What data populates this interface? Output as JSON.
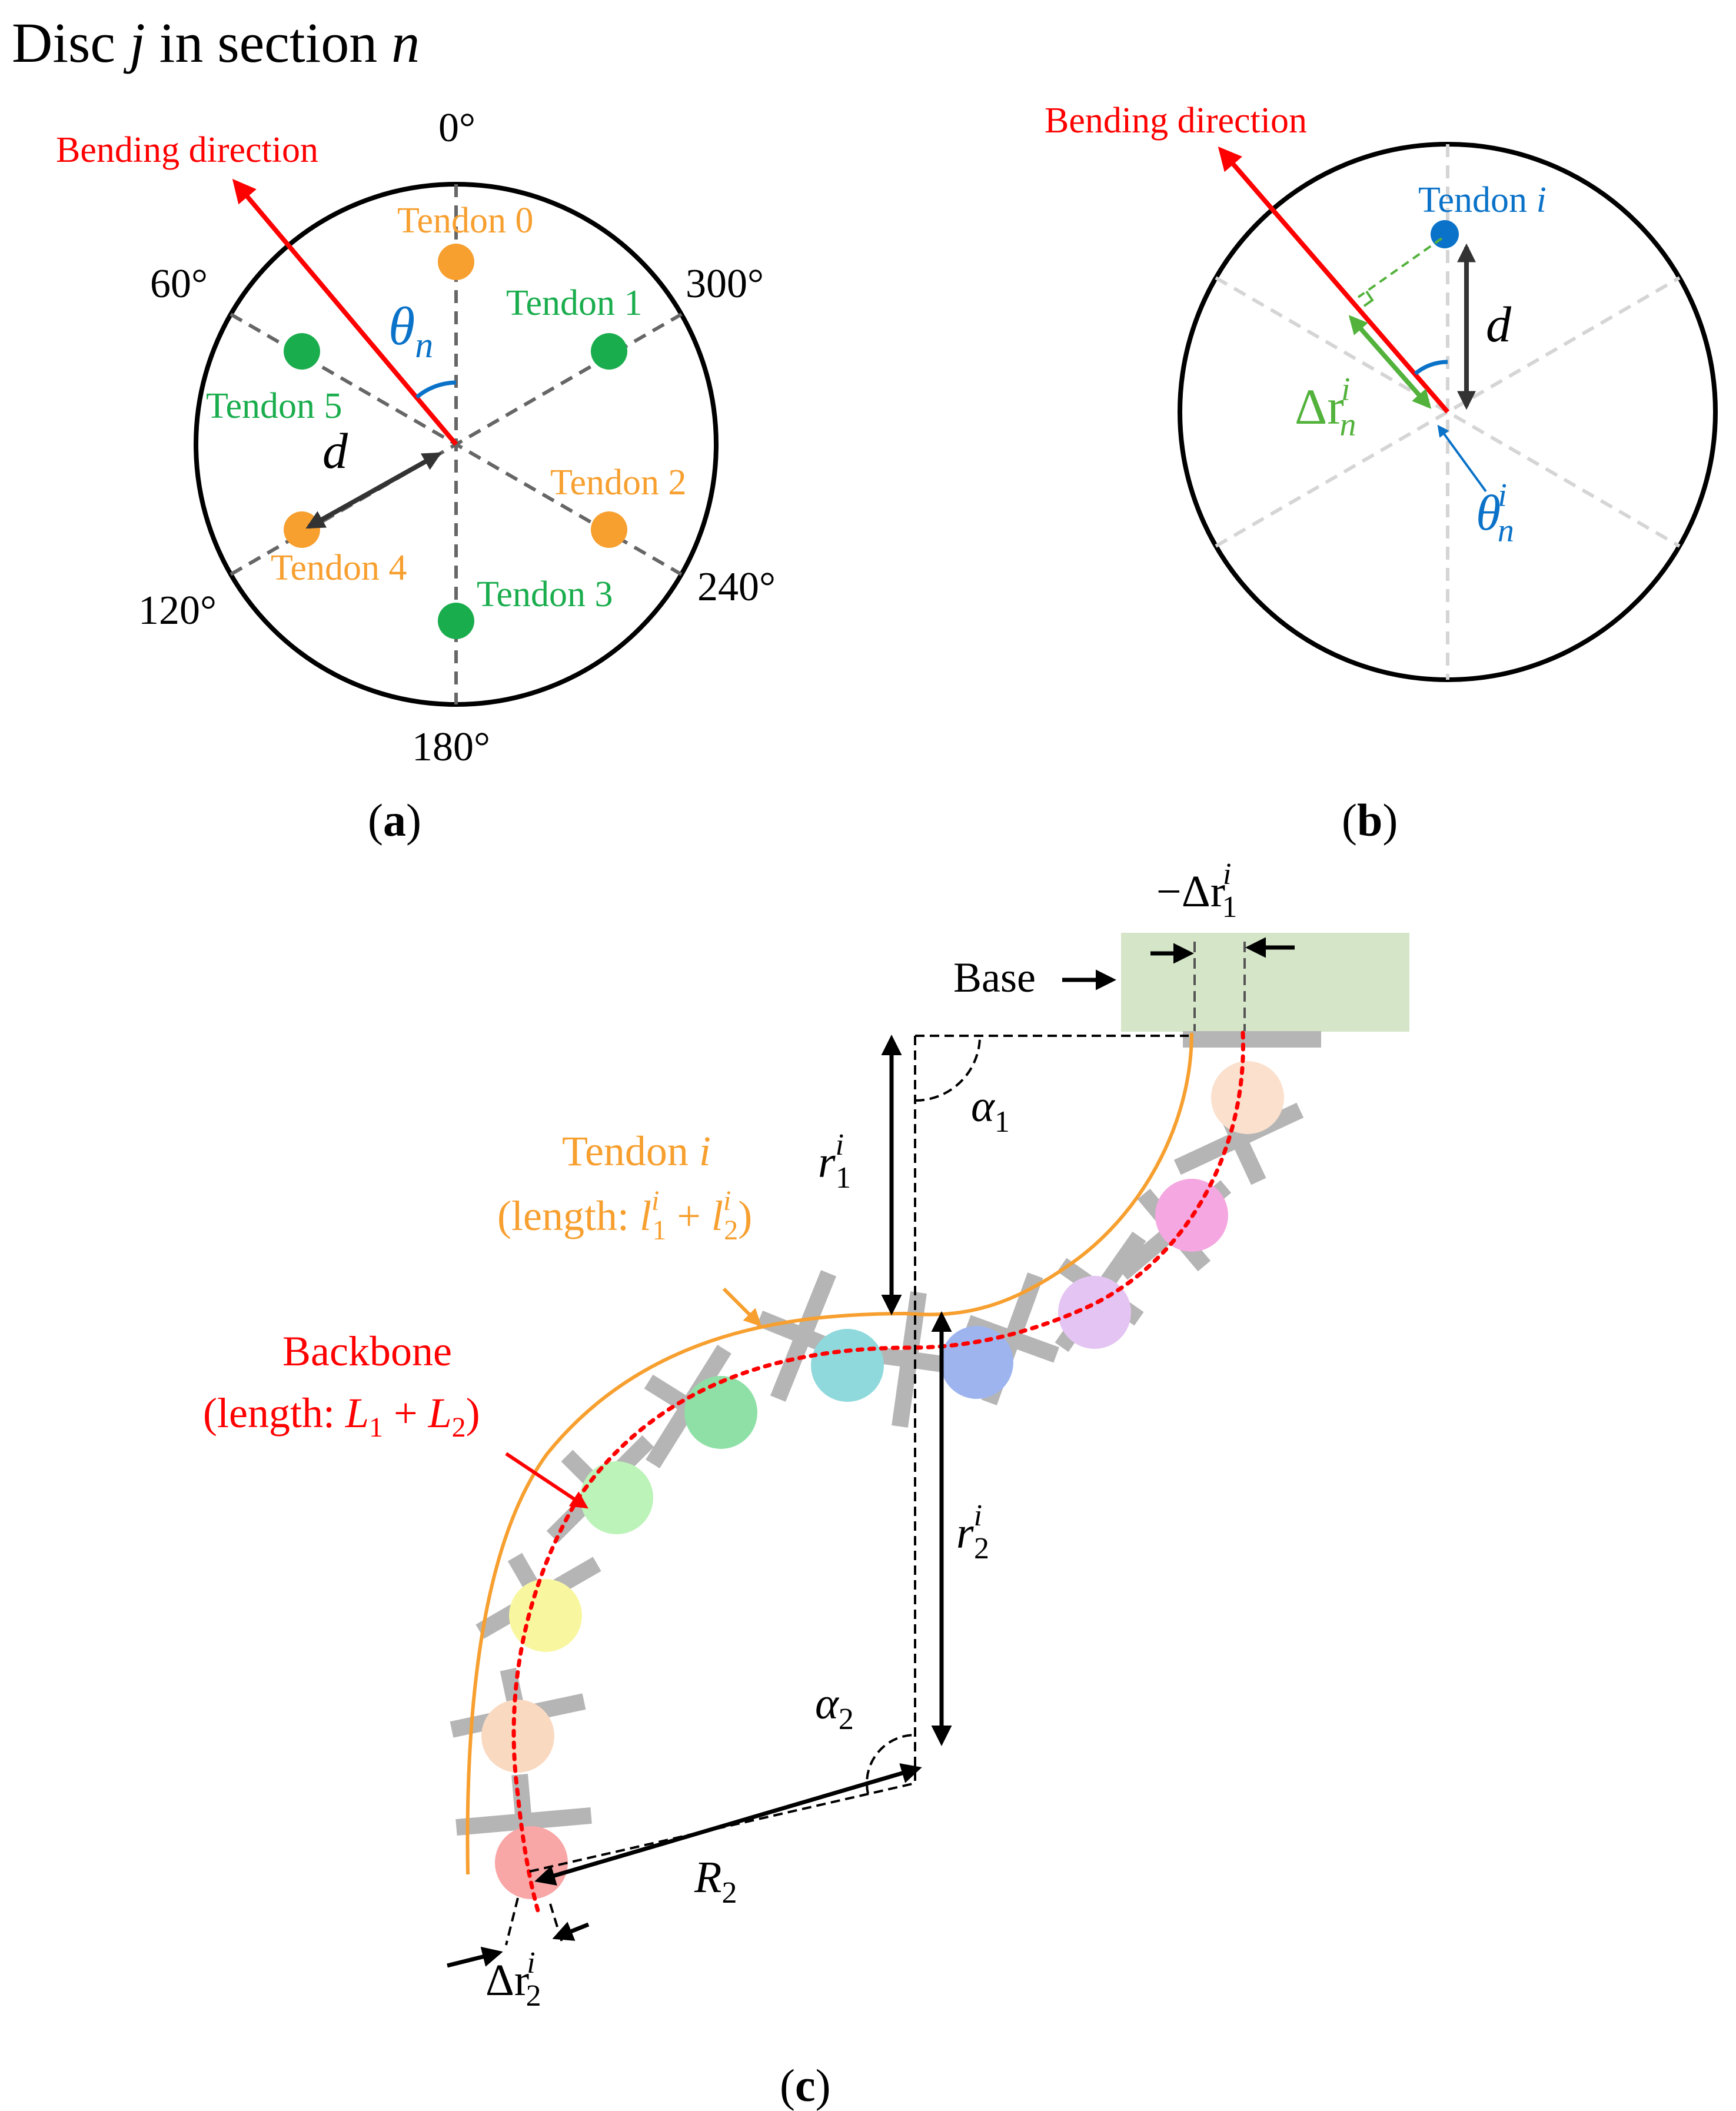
{
  "title": {
    "prefix": "Disc ",
    "j": "j",
    "mid": " in section ",
    "n": "n"
  },
  "panel_a": {
    "caption": "a",
    "bending_label": "Bending direction",
    "angles": {
      "a0": "0°",
      "a60": "60°",
      "a300": "300°",
      "a120": "120°",
      "a240": "240°",
      "a180": "180°"
    },
    "tendons": {
      "t0": "Tendon 0",
      "t1": "Tendon 1",
      "t2": "Tendon 2",
      "t3": "Tendon 3",
      "t4": "Tendon 4",
      "t5": "Tendon 5"
    },
    "theta": "θ",
    "theta_sub": "n",
    "d": "d"
  },
  "panel_b": {
    "caption": "b",
    "bending_label": "Bending direction",
    "tendon_label": "Tendon ",
    "tendon_i": "i",
    "d": "d",
    "delta_r": "Δr",
    "delta_r_sub": "n",
    "delta_r_sup": "i",
    "theta": "θ",
    "theta_sub": "n",
    "theta_sup": "i"
  },
  "panel_c": {
    "caption": "c",
    "base": "Base",
    "neg_delta_r1": "−Δr",
    "neg_delta_r1_sup": "i",
    "neg_delta_r1_sub": "1",
    "alpha1": "α",
    "alpha1_sub": "1",
    "alpha2": "α",
    "alpha2_sub": "2",
    "r1": "r",
    "r1_sup": "i",
    "r1_sub": "1",
    "r2": "r",
    "r2_sup": "i",
    "r2_sub": "2",
    "R2": "R",
    "R2_sub": "2",
    "delta_r2": "Δr",
    "delta_r2_sup": "i",
    "delta_r2_sub": "2",
    "tendon_line1": "Tendon ",
    "tendon_i": "i",
    "tendon_line2_a": "(length: ",
    "tendon_l": "l",
    "tendon_sup1": "i",
    "tendon_sub1": "1",
    "tendon_plus": " + ",
    "tendon_l2": "l",
    "tendon_sup2": "i",
    "tendon_sub2": "2",
    "tendon_close": ")",
    "backbone_line1": "Backbone",
    "backbone_line2_a": "(length: ",
    "backbone_L": "L",
    "backbone_sub1": "1",
    "backbone_plus": " + ",
    "backbone_L2": "L",
    "backbone_sub2": "2",
    "backbone_close": ")"
  },
  "colors": {
    "red": "#ff0000",
    "orange": "#f79f2f",
    "green": "#1aad4d",
    "blue": "#0a72c8",
    "arrow_green": "#53b23c",
    "gray": "#b5b5b5",
    "base_fill": "#d5e5c8"
  }
}
